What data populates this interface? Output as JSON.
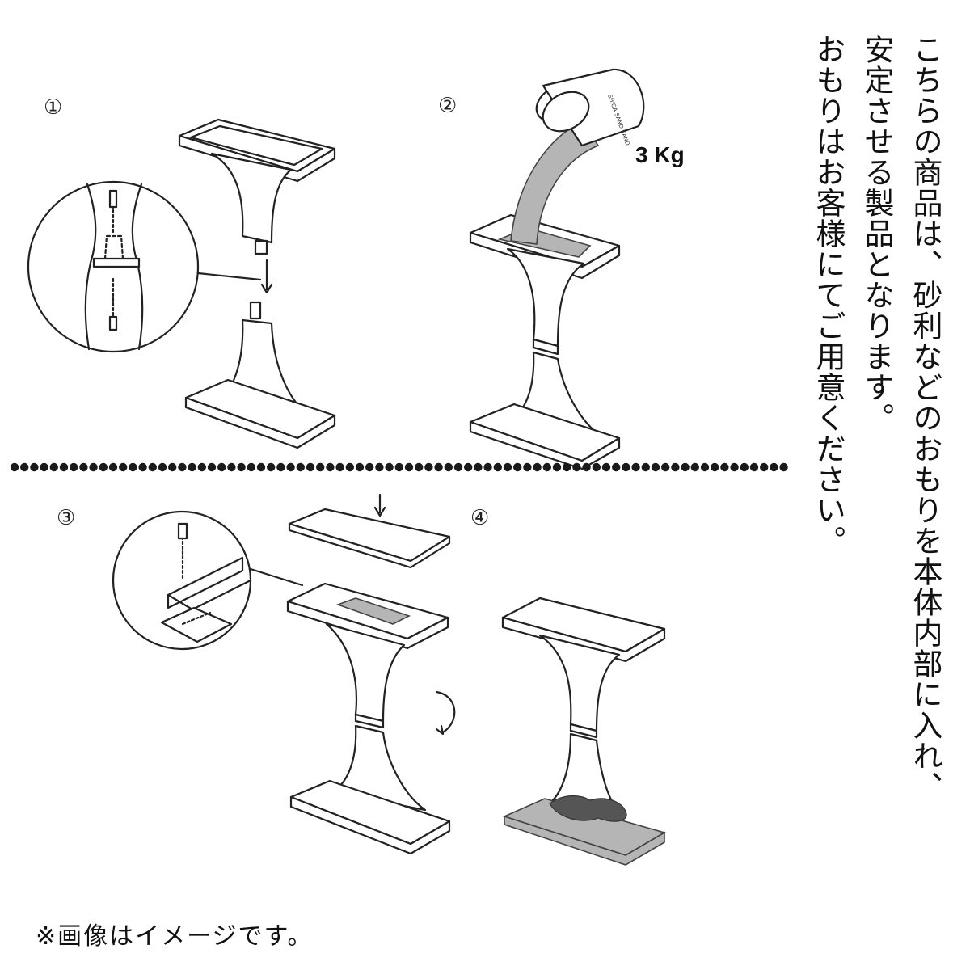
{
  "steps": [
    {
      "number": "①"
    },
    {
      "number": "②"
    },
    {
      "number": "③"
    },
    {
      "number": "④"
    }
  ],
  "weight_label": "3 Kg",
  "bucket_text": "SHIGA SAND SAND",
  "instructions": [
    "こちらの商品は、砂利などのおもりを本体内部に入れ、",
    "安定させる製品となります。",
    "おもりはお客様にてご用意ください。"
  ],
  "footnote": "※画像はイメージです。",
  "colors": {
    "line": "#222222",
    "fill_sand": "#b5b5b5",
    "fill_gravel": "#555555",
    "divider_dots": "#1a1a1a"
  }
}
